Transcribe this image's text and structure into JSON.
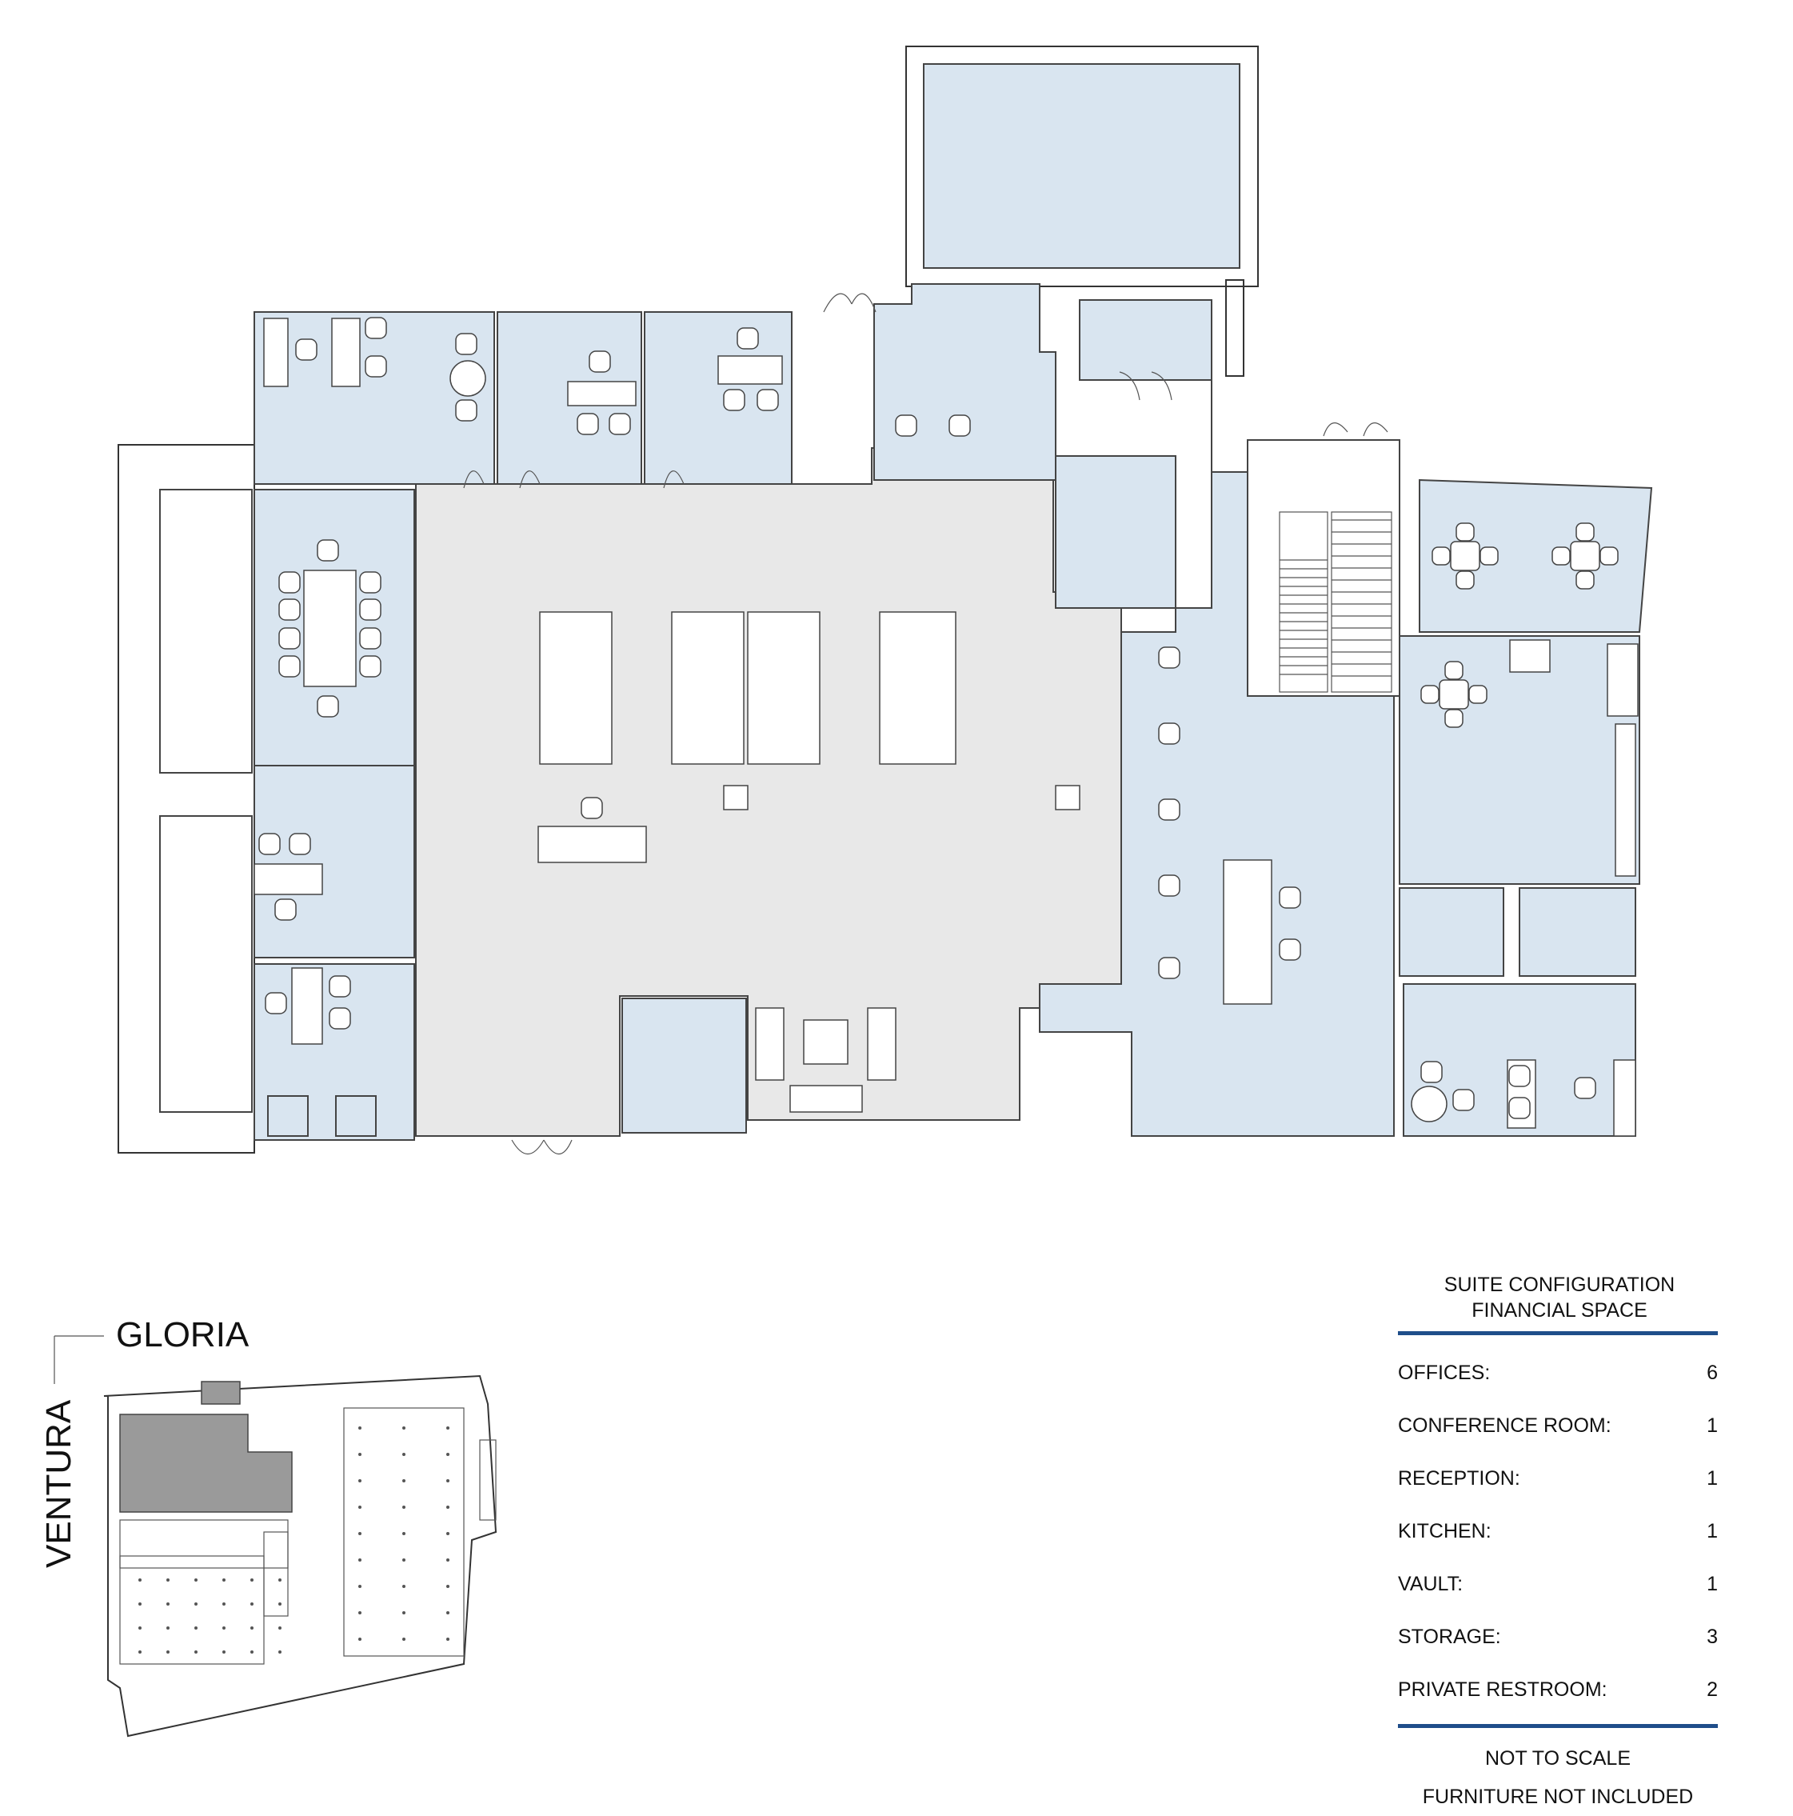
{
  "streets": {
    "north": "GLORIA",
    "west": "VENTURA"
  },
  "legend": {
    "title_line1": "SUITE CONFIGURATION",
    "title_line2": "FINANCIAL SPACE",
    "rows": [
      {
        "label": "OFFICES:",
        "value": "6"
      },
      {
        "label": "CONFERENCE ROOM:",
        "value": "1"
      },
      {
        "label": "RECEPTION:",
        "value": "1"
      },
      {
        "label": "KITCHEN:",
        "value": "1"
      },
      {
        "label": "VAULT:",
        "value": "1"
      },
      {
        "label": "STORAGE:",
        "value": "3"
      },
      {
        "label": "PRIVATE RESTROOM:",
        "value": "2"
      }
    ],
    "footer_line1": "NOT TO SCALE",
    "footer_line2": "FURNITURE NOT INCLUDED"
  },
  "colors": {
    "room_fill": "#d9e5f0",
    "open_fill": "#e8e8e8",
    "rule": "#1f4e8a",
    "key_highlight": "#9a9a9a"
  }
}
